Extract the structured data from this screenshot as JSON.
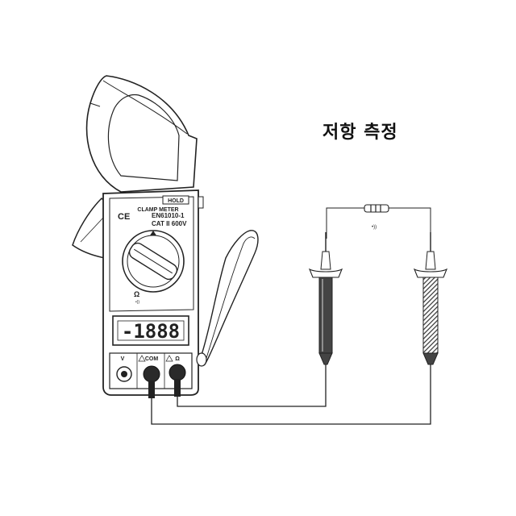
{
  "title": "저항 측정",
  "meter": {
    "hold_label": "HOLD",
    "model_label": "CLAMP METER",
    "ce_mark": "CE",
    "standard": "EN61010-1",
    "category": "CAT II 600V",
    "display_reading": "-1888",
    "dial_label": "Ω",
    "jacks": {
      "v_label": "V",
      "com_label": "COM",
      "ohm_label": "Ω"
    }
  },
  "resistor": {
    "continuity_symbol": "•))"
  },
  "colors": {
    "ink": "#222222",
    "background": "#ffffff",
    "probe_body": "#444444",
    "jack_fill": "#2a2a2a"
  }
}
